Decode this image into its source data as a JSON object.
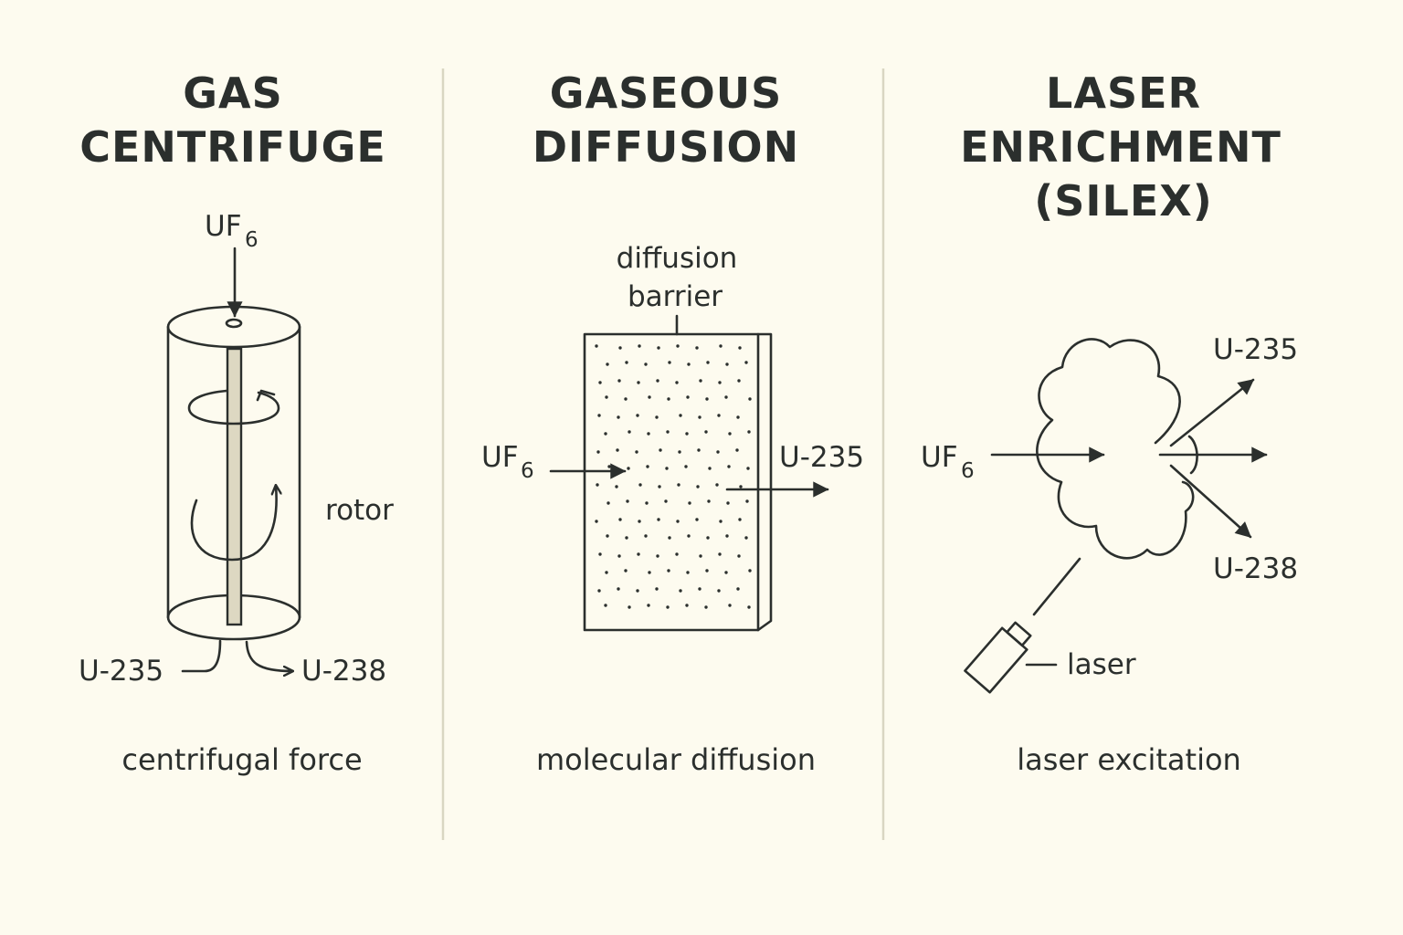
{
  "colors": {
    "background": "#fdfbef",
    "ink": "#2b2f2d",
    "rotor": "#ddd8c2",
    "divider": "#d9d6c2"
  },
  "panels": [
    {
      "title_lines": [
        "GAS",
        "CENTRIFUGE"
      ],
      "labels": {
        "feed": "UF",
        "feed_sub": "6",
        "rotor": "rotor",
        "light": "U-235",
        "heavy": "U-238"
      },
      "caption": "centrifugal force"
    },
    {
      "title_lines": [
        "GASEOUS",
        "DIFFUSION"
      ],
      "labels": {
        "barrier_line1": "diffusion",
        "barrier_line2": "barrier",
        "feed": "UF",
        "feed_sub": "6",
        "product": "U-235"
      },
      "caption": "molecular diffusion"
    },
    {
      "title_lines": [
        "LASER",
        "ENRICHMENT",
        "(SILEX)"
      ],
      "labels": {
        "feed": "UF",
        "feed_sub": "6",
        "light": "U-235",
        "heavy": "U-238",
        "laser": "laser"
      },
      "caption": "laser excitation"
    }
  ]
}
